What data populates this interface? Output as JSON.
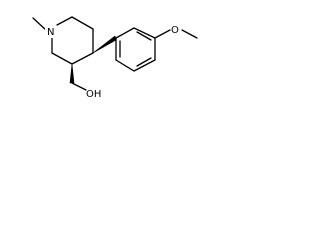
{
  "molecule": {
    "atoms": {
      "ring_nitrogen": "N",
      "methoxy_oxygen": "O",
      "hydroxyl": "OH"
    }
  }
}
